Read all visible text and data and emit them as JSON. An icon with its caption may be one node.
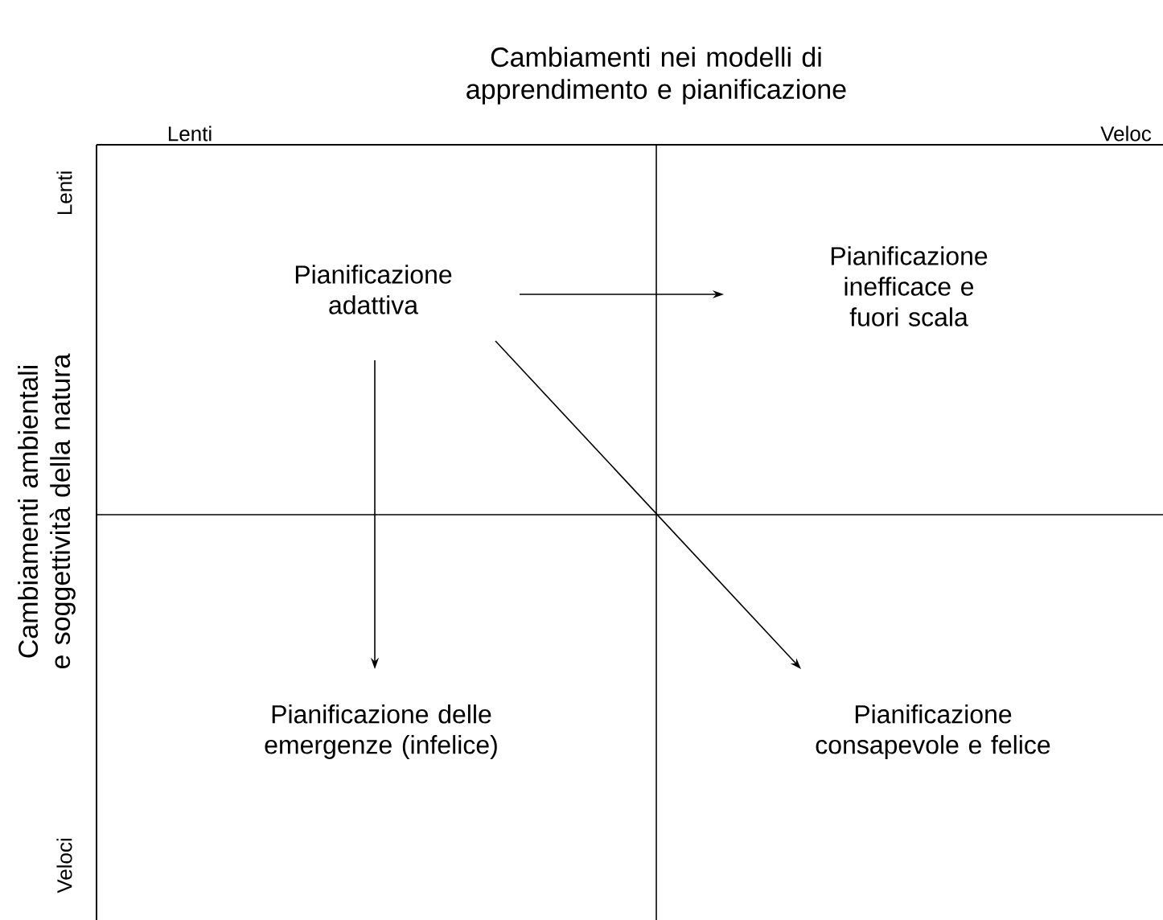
{
  "diagram": {
    "nodes": [
      {
        "text": [
          "Pianificazione adattiva"
        ]
      },
      {
        "text": [
          "Pianificazione inefficace e fuori scala"
        ]
      },
      {
        "text": [
          "Pianificazione delle emergenze (infelice)"
        ]
      },
      {
        "text": [
          "Pianificazione consapevole e felice"
        ]
      }
    ],
    "edges": [
      {
        "from": 0,
        "to": 1,
        "arrow": "to"
      },
      {
        "from": 0,
        "to": 2,
        "arrow": "to"
      },
      {
        "from": 0,
        "to": 3,
        "arrow": "to"
      }
    ],
    "labels": [
      "Cambiamenti nei modelli di apprendimento e pianificazione",
      "Lenti",
      "Veloc",
      "Cambiamenti ambientali e soggettività della natura",
      "Lenti",
      "Veloci"
    ]
  }
}
